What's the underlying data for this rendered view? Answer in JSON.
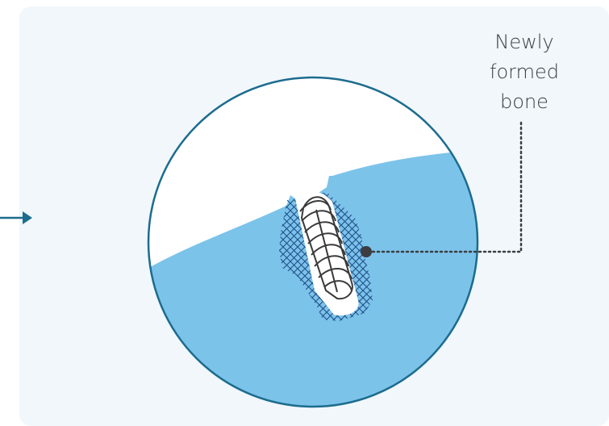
{
  "annotation": {
    "lines": [
      "Newly",
      "formed",
      "bone"
    ]
  },
  "colors": {
    "panel_background": "#f1f7fb",
    "bone": "#7cc3ea",
    "circle_outline": "#1c6c8e",
    "arrow": "#1c6c8e",
    "hatch": "#1f4f8a",
    "implant_stroke": "#3a3a3a",
    "leader_line": "#3b3d40"
  }
}
